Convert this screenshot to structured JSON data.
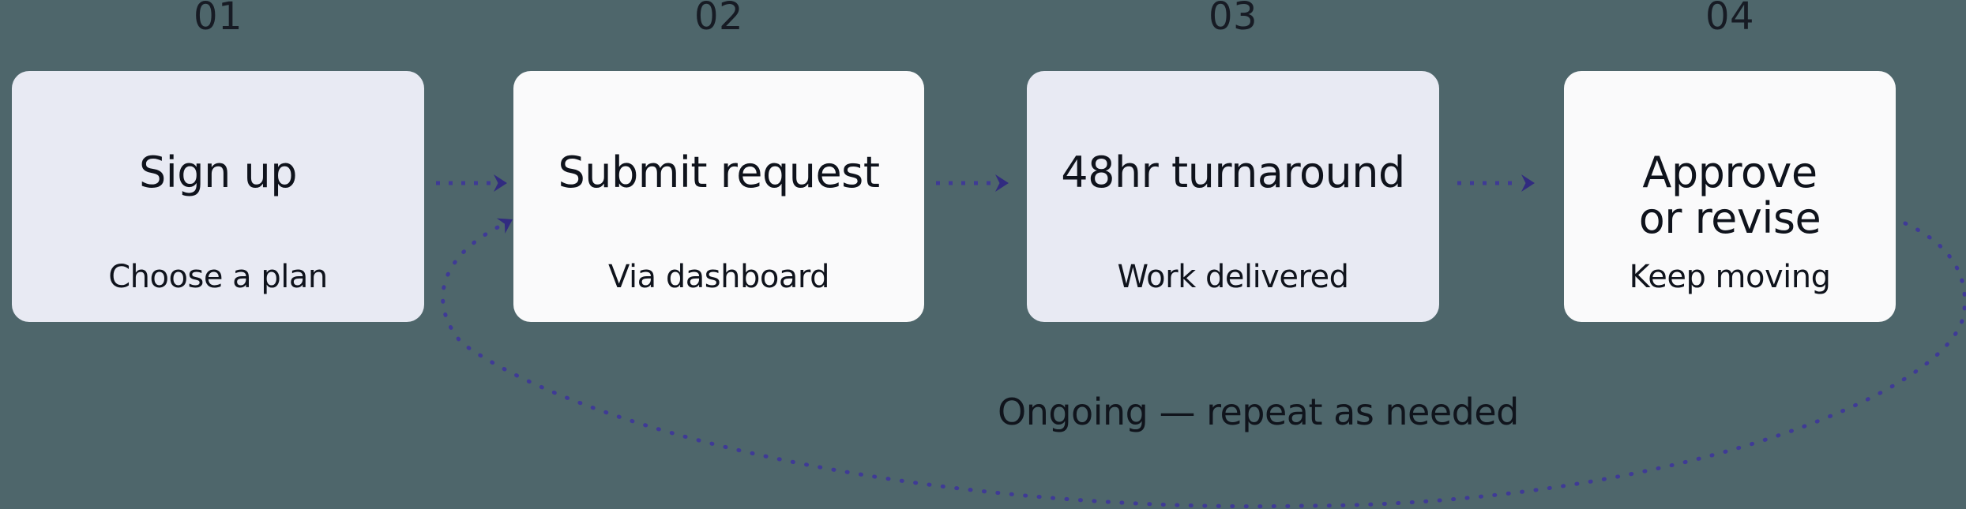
{
  "diagram": {
    "loop_label": "Ongoing — repeat as needed",
    "steps": [
      {
        "number": "01",
        "title": "Sign up",
        "subtitle": "Choose a plan"
      },
      {
        "number": "02",
        "title": "Submit request",
        "subtitle": "Via dashboard"
      },
      {
        "number": "03",
        "title": "48hr turnaround",
        "subtitle": "Work delivered"
      },
      {
        "number": "04",
        "title": "Approve\nor revise",
        "subtitle": "Keep moving"
      }
    ]
  },
  "colors": {
    "background": "#4e666b",
    "card_light": "#e8eaf3",
    "card_white": "#fafafb",
    "arrow_dots": "#3f3a96",
    "arrowhead": "#312b80",
    "step_number_text": "#171b24",
    "card_text": "#0f131c",
    "loop_label_text": "#10141c"
  }
}
